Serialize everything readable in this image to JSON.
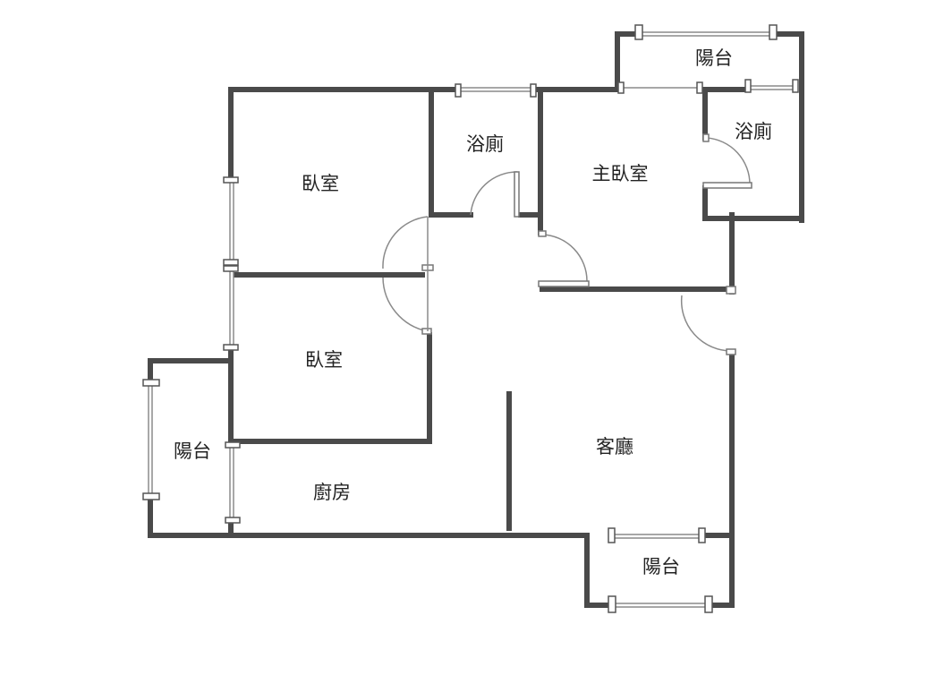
{
  "rooms": {
    "bedroom_1": "臥室",
    "bedroom_2": "臥室",
    "bathroom_1": "浴廁",
    "master_bedroom": "主臥室",
    "bathroom_master": "浴廁",
    "balcony_top": "陽台",
    "balcony_left": "陽台",
    "balcony_bottom": "陽台",
    "kitchen": "廚房",
    "living_room": "客廳"
  },
  "colors": {
    "wall": "#4a4a4a",
    "window": "#8a8a8a",
    "label": "#222222"
  }
}
